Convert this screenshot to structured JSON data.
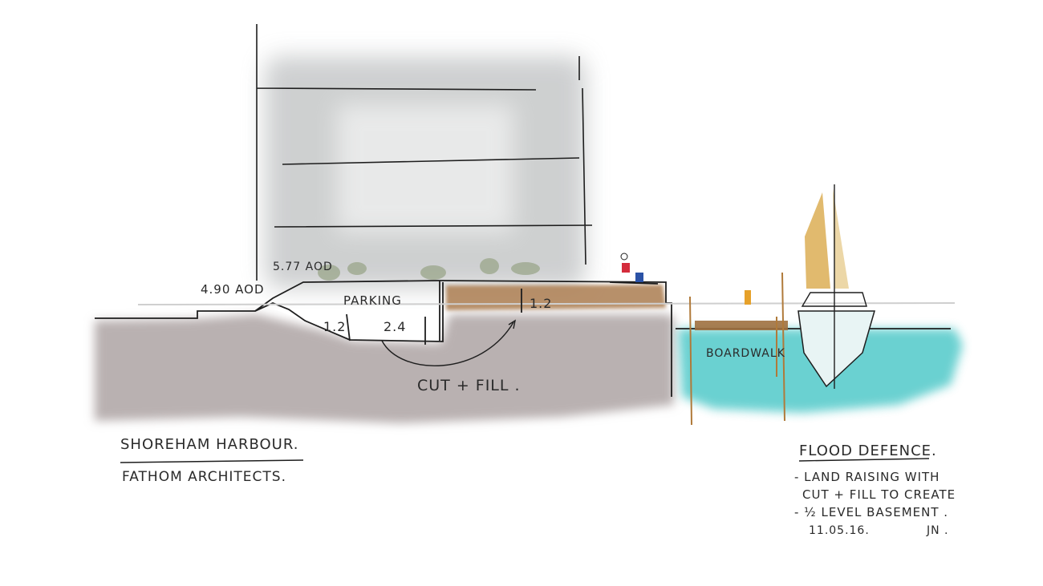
{
  "labels": {
    "aod_low": "4.90 AOD",
    "aod_high": "5.77 AOD",
    "parking": "PARKING",
    "dim_left": "1.2",
    "dim_mid": "2.4",
    "dim_right": "1.2",
    "cut_fill": "CUT + FILL .",
    "boardwalk": "BOARDWALK"
  },
  "title_block": {
    "project": "SHOREHAM HARBOUR.",
    "architect": "FATHOM ARCHITECTS."
  },
  "notes": {
    "heading": "FLOOD DEFENCE.",
    "line1": "- LAND RAISING WITH",
    "line2": "CUT + FILL TO CREATE",
    "line3": "- ½ LEVEL BASEMENT .",
    "date": "11.05.16.",
    "initials": "JN ."
  },
  "colors": {
    "ground": "#b9b1b1",
    "building": "#c9cbcc",
    "raised_land": "#b0845a",
    "water": "#63cfcf",
    "sail": "#d9a94a",
    "ink": "#1e1e1e"
  }
}
